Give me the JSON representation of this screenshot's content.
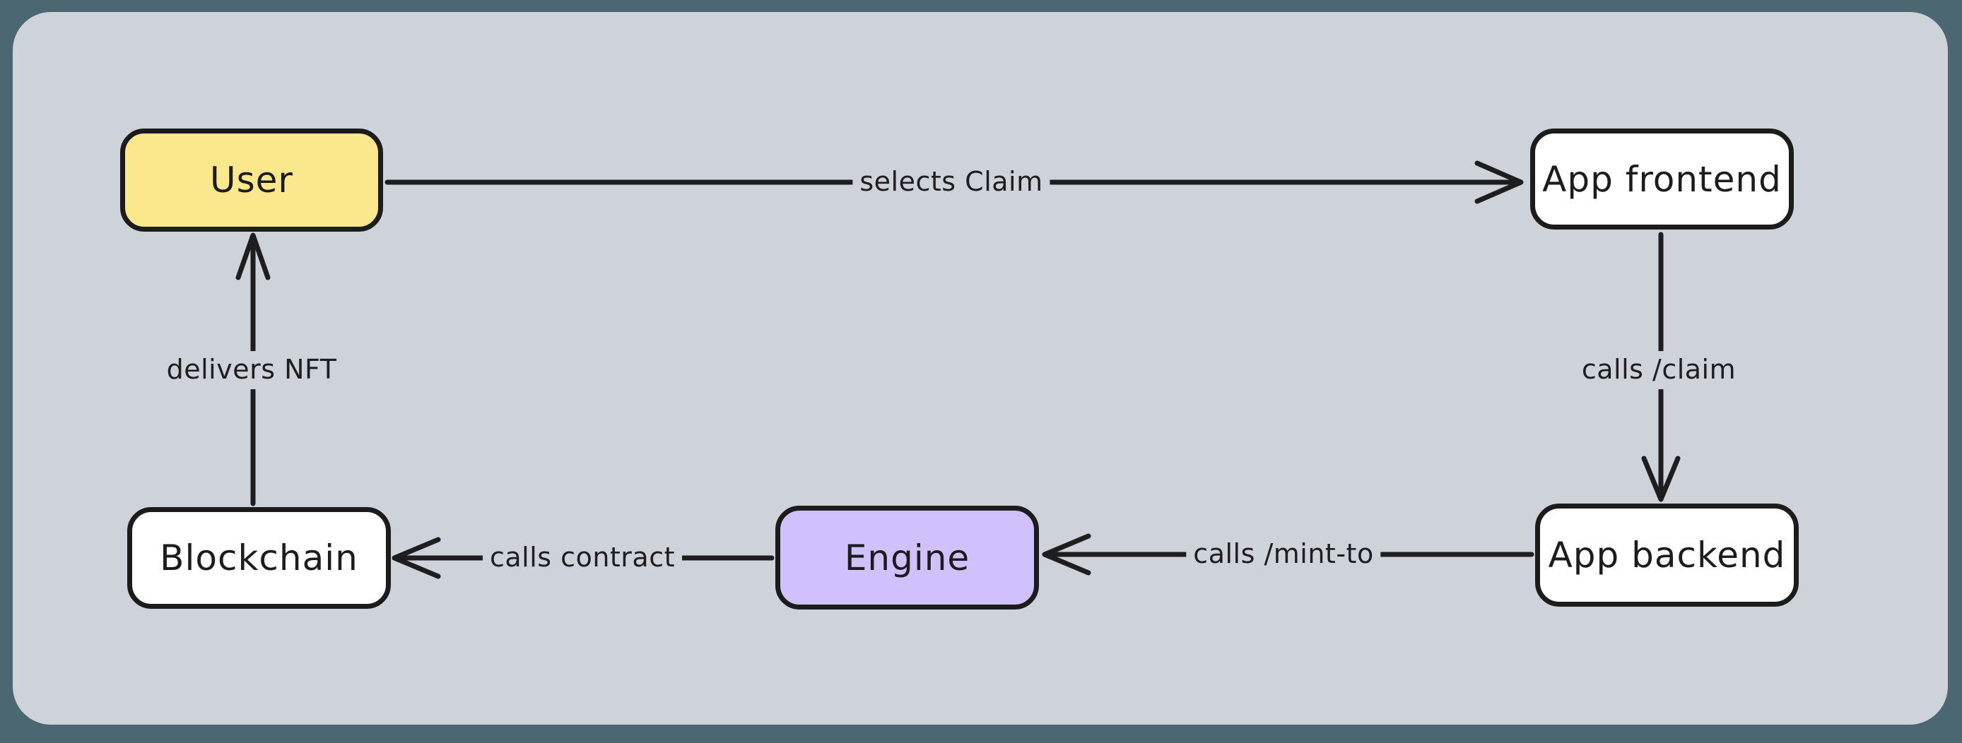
{
  "diagram": {
    "nodes": [
      {
        "id": "user",
        "label": "User",
        "fill": "#fbe88d"
      },
      {
        "id": "app-frontend",
        "label": "App frontend",
        "fill": "#ffffff"
      },
      {
        "id": "app-backend",
        "label": "App backend",
        "fill": "#ffffff"
      },
      {
        "id": "engine",
        "label": "Engine",
        "fill": "#d0c0fb"
      },
      {
        "id": "blockchain",
        "label": "Blockchain",
        "fill": "#ffffff"
      }
    ],
    "edges": [
      {
        "id": "user-to-frontend",
        "label": "selects Claim",
        "from": "User",
        "to": "App frontend"
      },
      {
        "id": "frontend-to-backend",
        "label": "calls /claim",
        "from": "App frontend",
        "to": "App backend"
      },
      {
        "id": "backend-to-engine",
        "label": "calls /mint-to",
        "from": "App backend",
        "to": "Engine"
      },
      {
        "id": "engine-to-blockchain",
        "label": "calls contract",
        "from": "Engine",
        "to": "Blockchain"
      },
      {
        "id": "blockchain-to-user",
        "label": "delivers NFT",
        "from": "Blockchain",
        "to": "User"
      }
    ],
    "colors": {
      "stroke": "#1e1e1e",
      "canvas_background": "#ced3da",
      "frame_background": "#4b6771",
      "node_yellow": "#fbe88d",
      "node_purple": "#d0c0fb",
      "node_white": "#ffffff"
    }
  }
}
